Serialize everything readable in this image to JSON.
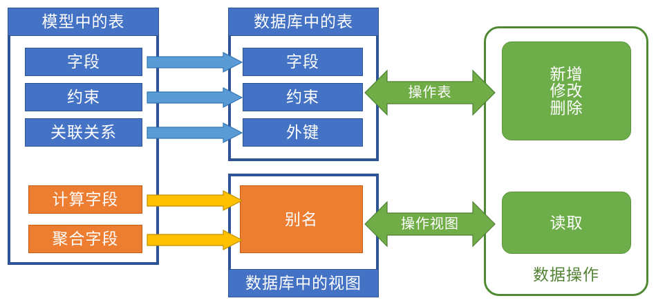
{
  "diagram": {
    "title_hidden": "",
    "colors": {
      "blue_fill": "#4472C4",
      "blue_border": "#2E5496",
      "orange_fill": "#ED7D31",
      "orange_border": "#C55A11",
      "green_fill": "#6EAE4A",
      "green_border": "#5A9338",
      "green_container_border": "#4E8A32",
      "green_label_text": "#548235",
      "blue_arrow_fill": "#5B9BD5",
      "blue_arrow_border": "#2E75B6",
      "orange_arrow_fill": "#FFC000",
      "orange_arrow_border": "#BF8F00",
      "green_arrow_fill": "#70AD47",
      "green_arrow_border": "#507E32",
      "page_background": "#FFFFFF"
    },
    "model_panel": {
      "title": "模型中的表",
      "blue_items": [
        {
          "label": "字段"
        },
        {
          "label": "约束"
        },
        {
          "label": "关联关系"
        }
      ],
      "orange_items": [
        {
          "label": "计算字段"
        },
        {
          "label": "聚合字段"
        }
      ]
    },
    "db_table_panel": {
      "title": "数据库中的表",
      "items": [
        {
          "label": "字段"
        },
        {
          "label": "约束"
        },
        {
          "label": "外键"
        }
      ]
    },
    "db_view_panel": {
      "title": "数据库中的视图",
      "items": [
        {
          "label": "别名"
        }
      ]
    },
    "operations_container": {
      "label": "数据操作",
      "items": [
        {
          "label": "新增\n修改\n删除",
          "lines": [
            "新增",
            "修改",
            "删除"
          ]
        },
        {
          "label": "读取",
          "lines": [
            "读取"
          ]
        }
      ]
    },
    "mapping_arrows": [
      {
        "name": "field-mapping-arrow",
        "color": "blue"
      },
      {
        "name": "constraint-mapping-arrow",
        "color": "blue"
      },
      {
        "name": "relation-to-foreignkey-arrow",
        "color": "blue"
      },
      {
        "name": "calcfield-to-alias-arrow",
        "color": "orange"
      },
      {
        "name": "aggfield-to-alias-arrow",
        "color": "orange"
      }
    ],
    "operation_arrows": [
      {
        "label": "操作表"
      },
      {
        "label": "操作视图"
      }
    ]
  }
}
